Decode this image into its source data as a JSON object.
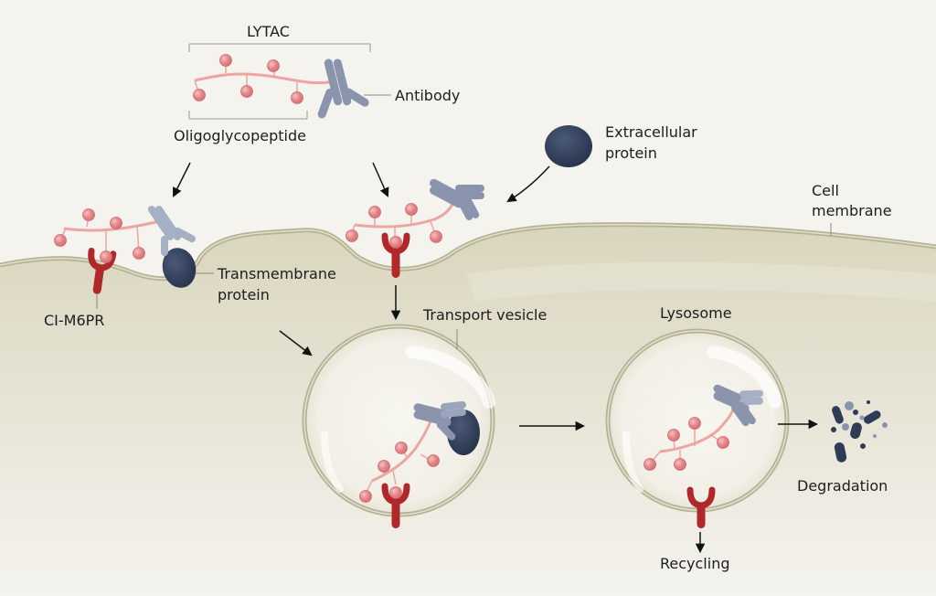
{
  "labels": {
    "lytac": "LYTAC",
    "antibody": "Antibody",
    "oligoglycopeptide": "Oligoglycopeptide",
    "extracellular_line1": "Extracellular",
    "extracellular_line2": "protein",
    "cell_membrane_line1": "Cell",
    "cell_membrane_line2": "membrane",
    "transmembrane_line1": "Transmembrane",
    "transmembrane_line2": "protein",
    "ci_m6pr": "CI-M6PR",
    "transport_vesicle": "Transport vesicle",
    "lysosome": "Lysosome",
    "degradation": "Degradation",
    "recycling": "Recycling"
  },
  "icons": {
    "glycan": "pink-sphere",
    "antibody": "y-shaped-antibody",
    "receptor": "red-y-receptor",
    "protein": "dark-blue-oval",
    "fragments": "protein-fragments"
  },
  "colors": {
    "background": "#f4f3ee",
    "cytoplasm": "#dedbc8",
    "membrane": "#b6b295",
    "glycan": "#e58a8c",
    "glycan_stroke": "#cf6a6d",
    "chain": "#eda5a4",
    "antibody": "#8a95ad",
    "antibody_light": "#a6b0c5",
    "receptor": "#b1282a",
    "protein": "#2f3c55",
    "text": "#1d1d1d"
  }
}
